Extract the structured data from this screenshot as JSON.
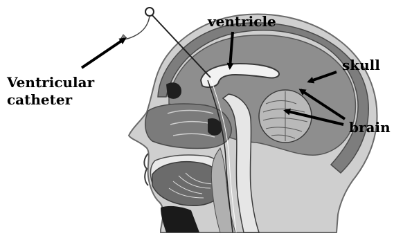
{
  "labels": {
    "catheter_line1": "Ventricular",
    "catheter_line2": "catheter",
    "ventricle": "ventricle",
    "skull": "skull",
    "brain": "brain"
  }
}
